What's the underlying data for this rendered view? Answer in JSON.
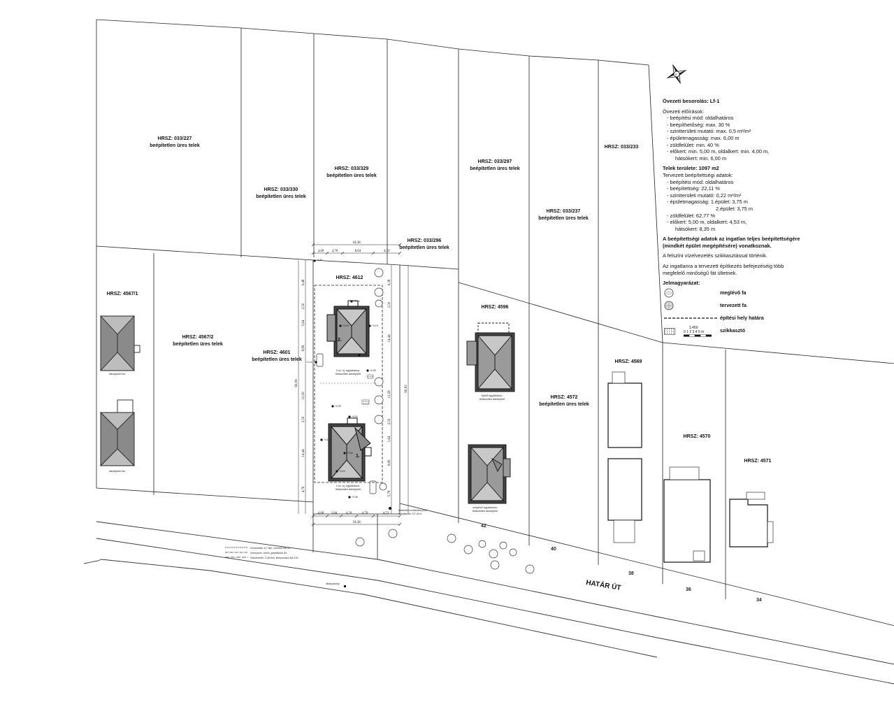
{
  "parcels": {
    "p033_227": {
      "hrsz": "HRSZ: 033/227",
      "status": "beépítetlen üres telek"
    },
    "p033_330": {
      "hrsz": "HRSZ: 033/330",
      "status": "beépítetlen üres telek"
    },
    "p033_329": {
      "hrsz": "HRSZ: 033/329",
      "status": "beépítetlen üres telek"
    },
    "p033_296": {
      "hrsz": "HRSZ: 033/296",
      "status": "beépítetlen üres telek"
    },
    "p033_297": {
      "hrsz": "HRSZ: 033/297",
      "status": "beépítetlen üres telek"
    },
    "p033_237": {
      "hrsz": "HRSZ: 033/237",
      "status": "beépítetlen üres telek"
    },
    "p033_233": {
      "hrsz": "HRSZ: 033/233"
    },
    "p4567_1": {
      "hrsz": "HRSZ: 4567/1"
    },
    "p4567_2": {
      "hrsz": "HRSZ: 4567/2",
      "status": "beépítetlen üres telek"
    },
    "p4601": {
      "hrsz": "HRSZ: 4601",
      "status": "beépítetlen üres telek"
    },
    "p4612": {
      "hrsz": "HRSZ: 4612"
    },
    "p4596": {
      "hrsz": "HRSZ: 4596"
    },
    "p4572": {
      "hrsz": "HRSZ: 4572",
      "status": "beépítetlen üres telek"
    },
    "p4569": {
      "hrsz": "HRSZ: 4569"
    },
    "p4570": {
      "hrsz": "HRSZ: 4570"
    },
    "p4571": {
      "hrsz": "HRSZ: 4571"
    }
  },
  "buildings": {
    "house_top_note": "lakóépület fsz.",
    "house_bottom_note": "lakóépület fsz.",
    "b4596_top_note": [
      "épülő egylakásos,",
      "földszintes lakóépület"
    ],
    "b4596_bottom_note": [
      "meglévő egylakásos,",
      "földszintes lakóépület"
    ],
    "plan2_note": [
      "2.sz. új, egylakásos,",
      "földszintes lakóépület"
    ],
    "plan1_note": [
      "1.sz. új, egylakásos,",
      "földszintes lakóépület"
    ],
    "plan2_num": "2.",
    "plan1_num": "1."
  },
  "dimensions": {
    "top_total": "18,38",
    "top_parts": [
      "4,00",
      "4,70",
      "8,04",
      "4,53"
    ],
    "bottom_total": "18,38",
    "bottom_parts": [
      "4,00",
      "3,84",
      "4,29",
      "4,70",
      "4,53"
    ],
    "left_parts": [
      "9,48",
      "2,50",
      "5,64",
      "8,89",
      "12,09",
      "2,50",
      "14,44",
      "4,76"
    ],
    "left_total": "60,06",
    "right_parts": [
      "6,38",
      "2,50",
      "14,44",
      "12,58",
      "2,50",
      "1,64",
      "8,80",
      "5,78"
    ],
    "right_total": "60,83",
    "spot_levels": [
      "+0,81",
      "+0,04",
      "+0,15",
      "+0,16",
      "+0,74",
      "+0,95",
      "+0,05",
      "+0,04",
      "+0,16",
      "+0,84",
      "+0,00",
      "+0,06",
      "+1,16"
    ]
  },
  "street": {
    "name": "HATÁR ÚT",
    "house_numbers": [
      "42",
      "40",
      "38",
      "36",
      "34"
    ],
    "pole_label": "villanyoszlop",
    "connection_label": [
      "közterületi vízbekötési pont",
      "tereplépcső: 117,40 m"
    ],
    "utility_lines": [
      "Vízvezeték: 6,7 fsm, vízmérő NA 20",
      "Szennyvíz: 4m/m, gravitációs D4",
      "Gázvezeték: 2,46 fsm, kisnyomású NA 125"
    ]
  },
  "north_arrow_label": "É",
  "legend": {
    "zoning_title": "Övezeti besorolás:  Lf-1",
    "zoning_rules_title": "Övezeti előírások:",
    "zoning_rules": [
      "- beépítési mód: oldalhatáros",
      "- beépíthetőség: max. 30 %",
      "- szintterületi mutató: max. 0,5 m²/m²",
      "- épületmagasság: max. 6,00 m",
      "- zöldfelület: min. 40 %",
      "- előkert: min. 5,00 m, oldalkert: min. 4,00 m,",
      "hátsókert: min. 6,00 m"
    ],
    "plot_area": "Telek területe: 1097 m2",
    "planned_title": "Tervezett beépítettségi adatok:",
    "planned": [
      "- beépítési mód: oldalhatáros",
      "- beépítettség: 22,11 %",
      "- szintterületi mutató: 0,22 m²/m²",
      "- épületmagasság: 1.épület: 3,75 m",
      "2.épület: 3,75 m",
      "- zöldfelület: 62,77 %",
      "- előkert: 5,00 m, oldalkert: 4,53 m,",
      "hátsókert: 8,35 m"
    ],
    "note_bold": [
      "A beépítettségi adatok az ingatlan teljes beépítettségére",
      "(mindkét épület megépítésére) vonatkoznak."
    ],
    "note_drainage": "A felszíni vízelvezetés szikkasztással történik.",
    "note_trees": [
      "Az ingatlanra a tervezett építkezés befejezéséig több",
      "megfelelő minőségű fát ültetnek."
    ],
    "key_title": "Jelmagyarázat:",
    "key_items": [
      "meglévő fa",
      "tervezett fa",
      "építési hely határa",
      "szikkasztó"
    ],
    "scale_ratio": "1:450",
    "scale_ticks": "0  1  2  3  4  5 m"
  }
}
